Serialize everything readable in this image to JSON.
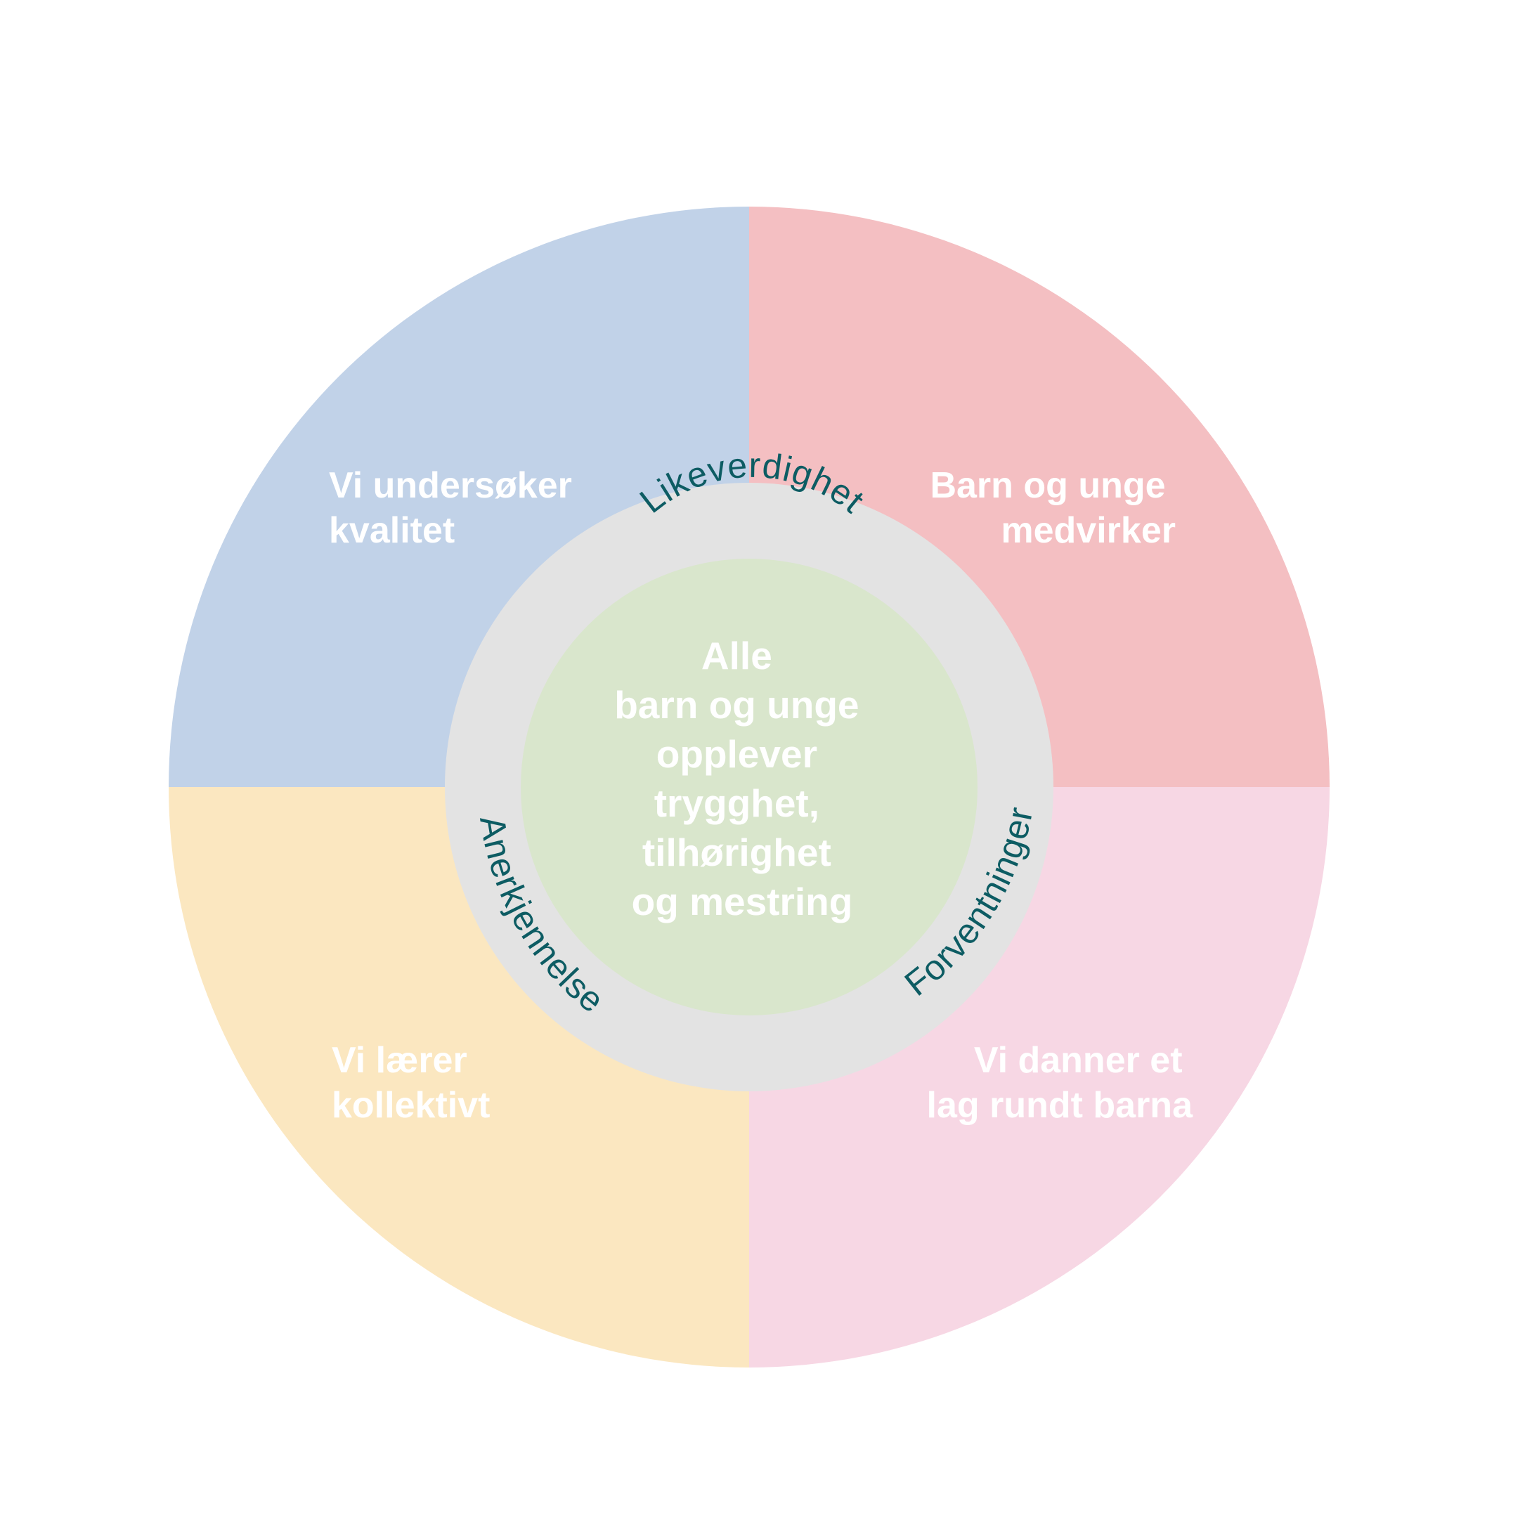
{
  "colors": {
    "top_left": "#c1d2e8",
    "top_right": "#f4bfc2",
    "bottom_left": "#fbe7c0",
    "bottom_right": "#f7d7e4",
    "ring": "#e3e3e3",
    "center": "#d9e6cc",
    "quadrant_text": "#ffffff",
    "ring_text": "#0d5c63",
    "center_text": "#ffffff"
  },
  "quadrants": {
    "top_left": {
      "line1": "Vi undersøker",
      "line2": "kvalitet"
    },
    "top_right": {
      "line1": "Barn og unge",
      "line2": "medvirker"
    },
    "bottom_left": {
      "line1": "Vi lærer",
      "line2": "kollektivt"
    },
    "bottom_right": {
      "line1": "Vi danner et",
      "line2": "lag rundt barna"
    }
  },
  "ring_values": {
    "top": "Likeverdighet",
    "left": "Anerkjennelse",
    "right": "Forventninger"
  },
  "center": {
    "lines": [
      "Alle",
      "barn og unge",
      "opplever",
      "trygghet,",
      "tilhørighet",
      "og mestring"
    ]
  }
}
